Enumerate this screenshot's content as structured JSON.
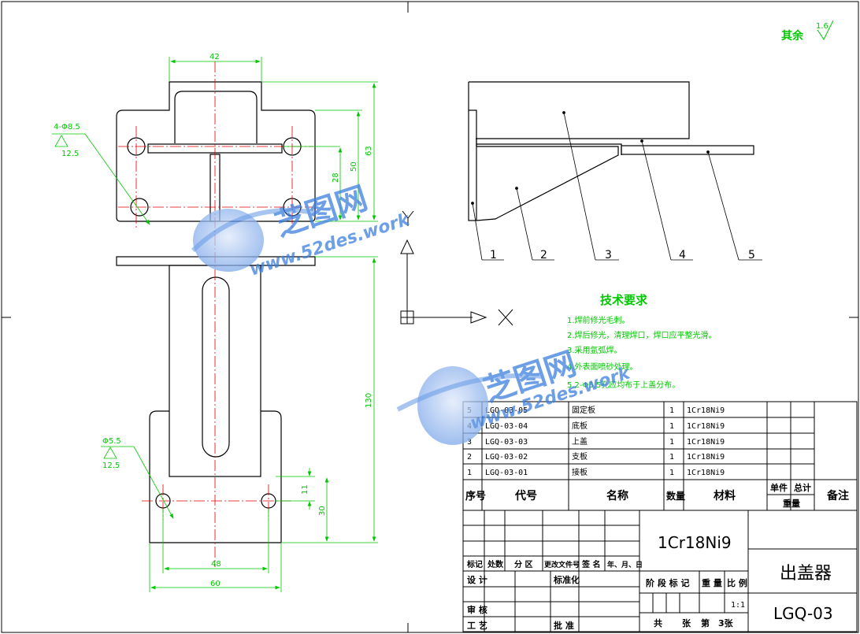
{
  "colors": {
    "outline": "#000000",
    "dimension": "#00c800",
    "centerline": "#e00000",
    "watermark": "#3d7fe0"
  },
  "roughness": {
    "label": "其余",
    "value": "1.6"
  },
  "views": {
    "front": {
      "dims": {
        "top_width": "42",
        "hole_callout_top": "4-Φ8.5",
        "hole_rough_top": "12.5",
        "h_28": "28",
        "h_50": "50",
        "h_63": "63",
        "h_130": "130",
        "hole_callout_bottom": "Φ5.5",
        "hole_rough_bottom": "12.5",
        "h_11": "11",
        "h_30": "30",
        "w_48": "48",
        "w_60": "60"
      }
    },
    "side": {
      "balloons": [
        "1",
        "2",
        "3",
        "4",
        "5"
      ]
    }
  },
  "axes": {
    "x": "X",
    "y": "Y"
  },
  "watermark": {
    "brand": "芝图网",
    "url": "www.52des.work"
  },
  "tech_requirements": {
    "title": "技术要求",
    "items": [
      "1.焊前修光毛刺。",
      "2.焊后修光，清理焊口，焊口应平整光滑。",
      "3.采用氩弧焊。",
      "4.外表面喷砂处理。",
      "5.2-Φ5.5孔应均布于上盖分布。"
    ]
  },
  "bom": {
    "rows": [
      {
        "no": "5",
        "code": "LGQ-03-05",
        "name": "固定板",
        "qty": "1",
        "material": "1Cr18Ni9"
      },
      {
        "no": "4",
        "code": "LGQ-03-04",
        "name": "底板",
        "qty": "1",
        "material": "1Cr18Ni9"
      },
      {
        "no": "3",
        "code": "LGQ-03-03",
        "name": "上盖",
        "qty": "1",
        "material": "1Cr18Ni9"
      },
      {
        "no": "2",
        "code": "LGQ-03-02",
        "name": "支板",
        "qty": "1",
        "material": "1Cr18Ni9"
      },
      {
        "no": "1",
        "code": "LGQ-03-01",
        "name": "接板",
        "qty": "1",
        "material": "1Cr18Ni9"
      }
    ],
    "header": {
      "no": "序号",
      "code": "代号",
      "name": "名称",
      "qty": "数量",
      "material": "材料",
      "unit": "单件",
      "total": "总计",
      "weight": "重量",
      "remark": "备注"
    }
  },
  "title_block": {
    "material": "1Cr18Ni9",
    "part_name": "出盖器",
    "drawing_no": "LGQ-03",
    "revision_labels": [
      "标记",
      "处数",
      "分 区",
      "更改文件号",
      "签 名",
      "年、月、日"
    ],
    "design": "设 计",
    "standardize": "标准化",
    "review": "审 核",
    "process": "工 艺",
    "approve": "批 准",
    "stage_label": "阶 段 标 记",
    "weight_label": "重 量",
    "scale_label": "比 例",
    "scale": "1:1",
    "sheets_total": "共",
    "sheets_unit": "张",
    "sheet_label": "第",
    "sheet_no": "3张"
  }
}
